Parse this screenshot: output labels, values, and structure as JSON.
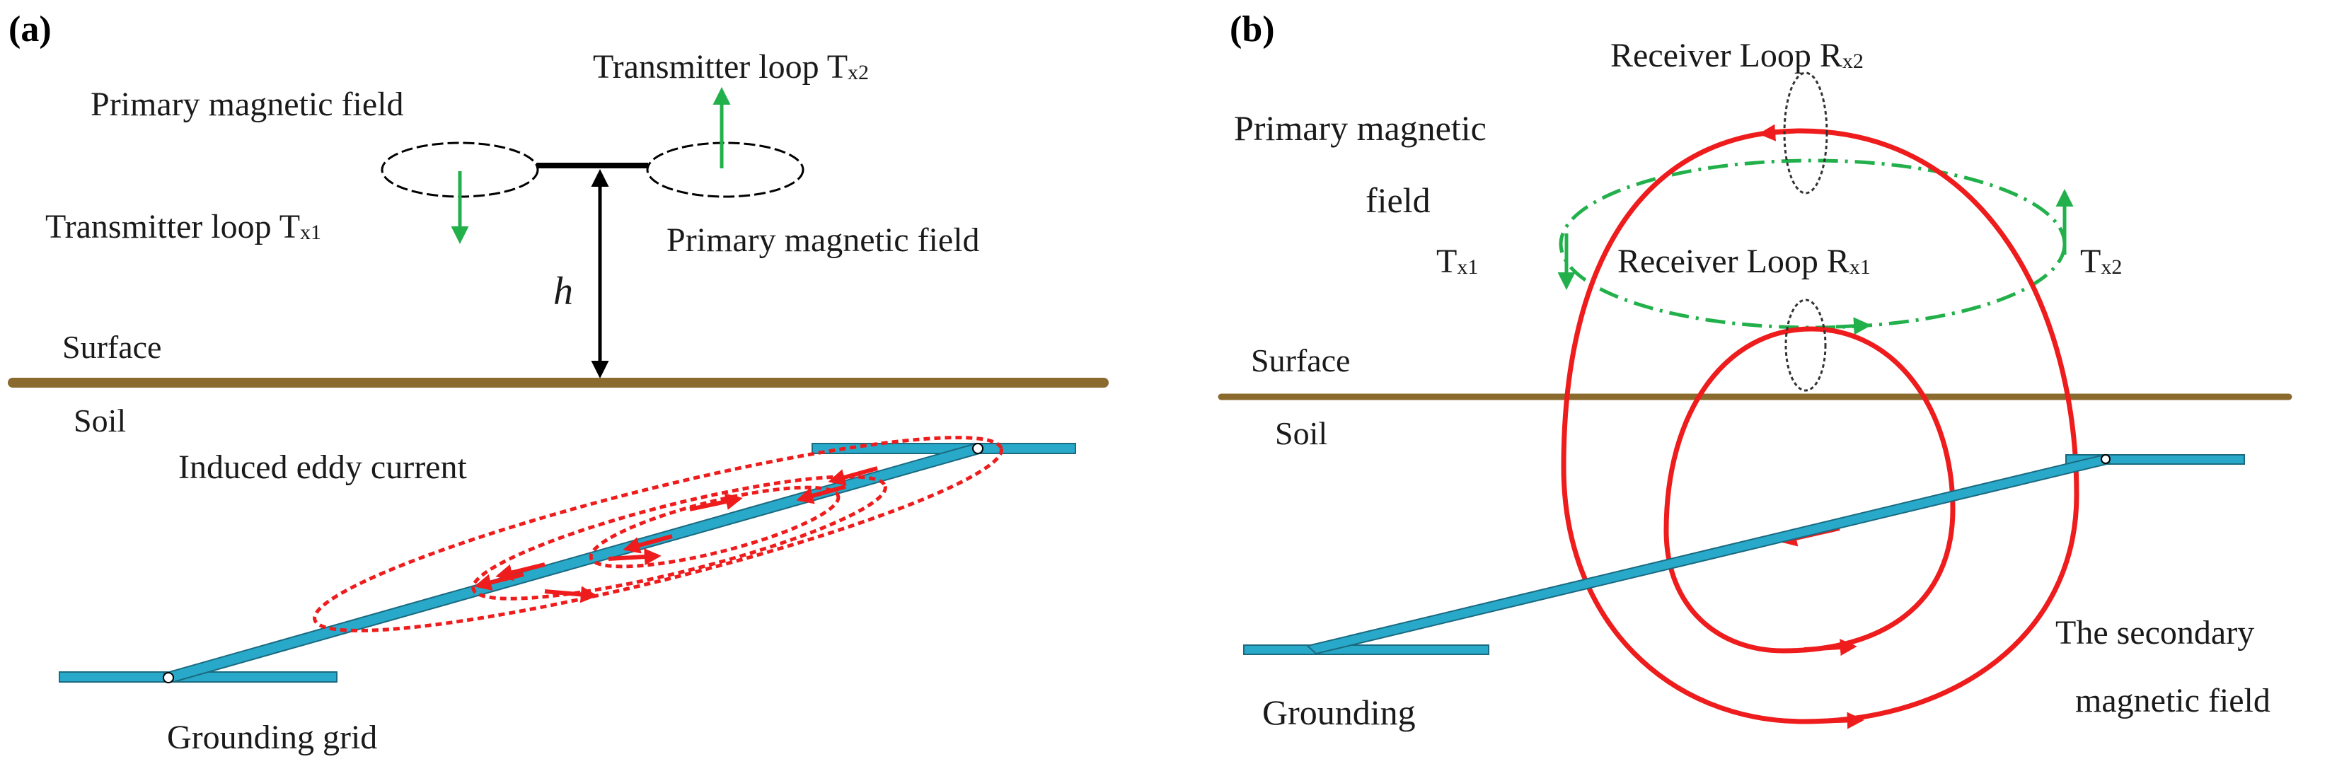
{
  "colors": {
    "surface": "#8B6A2E",
    "grid": "#29A9C9",
    "grid_edge": "#1a6a80",
    "primary_arrow": "#22B04B",
    "eddy": "#EE1C1C",
    "secondary": "#EE1C1C",
    "text": "#1a1a1a"
  },
  "panel_a": {
    "tag": "(a)",
    "primary_field_left": "Primary magnetic field",
    "transmitter_tx2": "Transmitter loop T",
    "transmitter_tx2_sub": "x2",
    "transmitter_tx1": "Transmitter loop T",
    "transmitter_tx1_sub": "x1",
    "primary_field_right": "Primary magnetic field",
    "height": "h",
    "surface": "Surface",
    "soil": "Soil",
    "eddy": "Induced eddy current",
    "grounding": "Grounding grid"
  },
  "panel_b": {
    "tag": "(b)",
    "receiver_rx2": "Receiver Loop R",
    "receiver_rx2_sub": "x2",
    "primary_line1": "Primary magnetic",
    "primary_line2": "field",
    "tx1": "T",
    "tx1_sub": "x1",
    "receiver_rx1": "Receiver Loop R",
    "receiver_rx1_sub": "x1",
    "tx2": "T",
    "tx2_sub": "x2",
    "surface": "Surface",
    "soil": "Soil",
    "grounding": "Grounding",
    "secondary_line1": "The secondary",
    "secondary_line2": "magnetic field"
  }
}
